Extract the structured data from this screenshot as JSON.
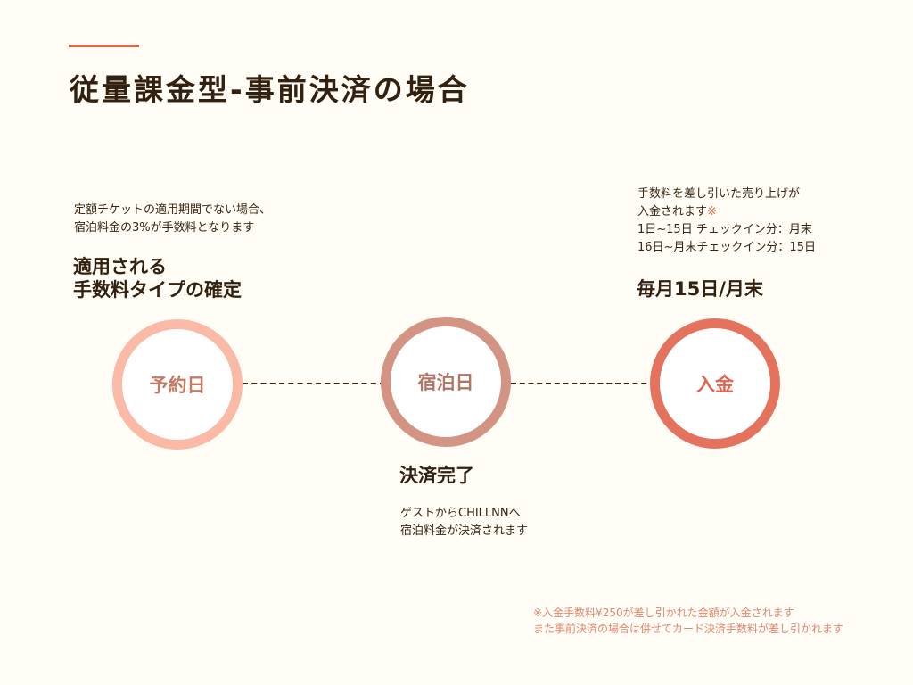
{
  "header": {
    "title": "従量課金型-事前決済の場合",
    "accent_color": "#e0644f"
  },
  "steps": [
    {
      "label": "予約日",
      "ring_color": "#fbbaa6",
      "heading_lines": [
        "適用される",
        "手数料タイプの確定"
      ],
      "description_lines": [
        "定額チケットの適用期間でない場合、",
        "宿泊料金の3%が手数料となります"
      ]
    },
    {
      "label": "宿泊日",
      "ring_color": "#d49484",
      "heading_lines": [
        "決済完了"
      ],
      "description_lines": [
        "ゲストからCHILLNNへ",
        "宿泊料金が決済されます"
      ]
    },
    {
      "label": "入金",
      "ring_color": "#e5725d",
      "heading_lines": [
        "毎月15日/月末"
      ],
      "description_lines": [
        "手数料を差し引いた売り上げが",
        "入金されます",
        "1日~15日 チェックイン分：月末",
        "16日~月末チェックイン分：15日"
      ],
      "note_mark": "※"
    }
  ],
  "footnote": {
    "lines": [
      "※入金手数料¥250が差し引かれた金額が入金されます",
      "また事前決済の場合は併せてカード決済手数料が差し引かれます"
    ],
    "color": "#e0876f"
  }
}
